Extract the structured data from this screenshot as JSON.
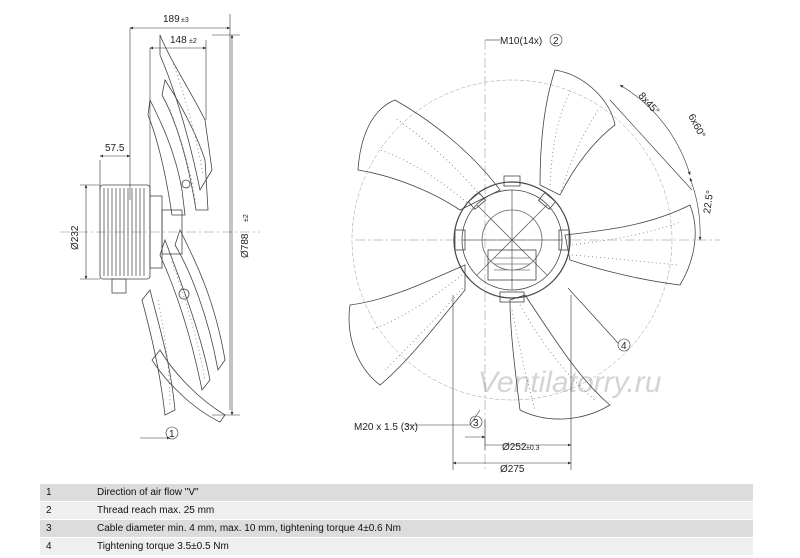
{
  "watermark": "Ventilatorry.ru",
  "side_view": {
    "dim_overall_depth": "189",
    "dim_overall_depth_tol": "±3",
    "dim_blade_depth": "148",
    "dim_blade_depth_tol": "±2",
    "dim_hub_offset": "57.5",
    "dim_motor_diameter": "Ø232",
    "dim_fan_diameter": "Ø788",
    "dim_fan_diameter_tol": "±2",
    "callout_airflow": "1"
  },
  "front_view": {
    "label_thread": "M10(14x)",
    "callout_thread": "2",
    "label_holes_8": "8x45°",
    "label_holes_6": "6x60°",
    "label_angle": "22.5°",
    "label_cable": "M20 x 1.5 (3x)",
    "callout_cable": "3",
    "callout_torque": "4",
    "dim_bolt_circle": "Ø252",
    "dim_bolt_circle_tol": "±0.3",
    "dim_flange": "Ø275"
  },
  "legend": [
    {
      "num": "1",
      "text": "Direction of air flow \"V\""
    },
    {
      "num": "2",
      "text": "Thread reach max. 25 mm"
    },
    {
      "num": "3",
      "text": "Cable diameter min. 4 mm, max. 10 mm, tightening torque 4±0.6 Nm"
    },
    {
      "num": "4",
      "text": "Tightening torque 3.5±0.5 Nm"
    }
  ],
  "colors": {
    "line": "#333333",
    "watermark": "#d4d4d4",
    "row_dark": "#dcdcdc",
    "row_light": "#efefef"
  }
}
